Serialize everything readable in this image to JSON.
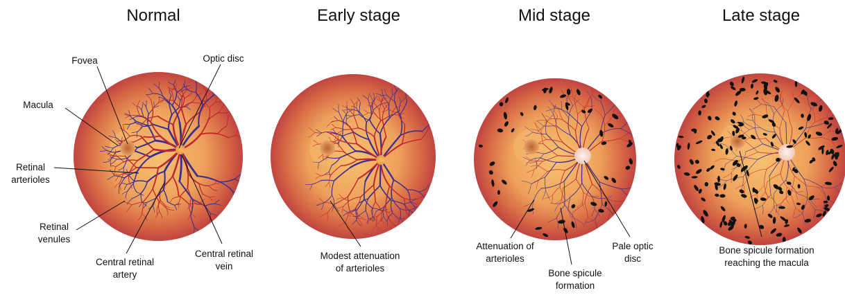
{
  "panels": [
    {
      "title": "Normal",
      "labels": {
        "fovea": "Fovea",
        "optic_disc": "Optic disc",
        "macula": "Macula",
        "arterioles_1": "Retinal",
        "arterioles_2": "arterioles",
        "venules_1": "Retinal",
        "venules_2": "venules",
        "cra_1": "Central retinal",
        "cra_2": "artery",
        "crv_1": "Central retinal",
        "crv_2": "vein"
      }
    },
    {
      "title": "Early stage",
      "labels": {
        "line1": "Modest attenuation",
        "line2": "of arterioles"
      }
    },
    {
      "title": "Mid stage",
      "labels": {
        "att_1": "Attenuation of",
        "att_2": "arterioles",
        "pale_1": "Pale optic",
        "pale_2": "disc",
        "bone_1": "Bone spicule",
        "bone_2": "formation"
      }
    },
    {
      "title": "Late stage",
      "labels": {
        "line1": "Bone spicule formation",
        "line2": "reaching the macula"
      }
    }
  ],
  "colors": {
    "fundus_center": "#f6b765",
    "fundus_mid": "#e89052",
    "fundus_rim": "#c4483d",
    "artery": "#c0282d",
    "vein": "#3a2f8e",
    "pigment": "#111111",
    "fovea": "#c06c3b",
    "pale_disc": "#f8e8e0"
  }
}
